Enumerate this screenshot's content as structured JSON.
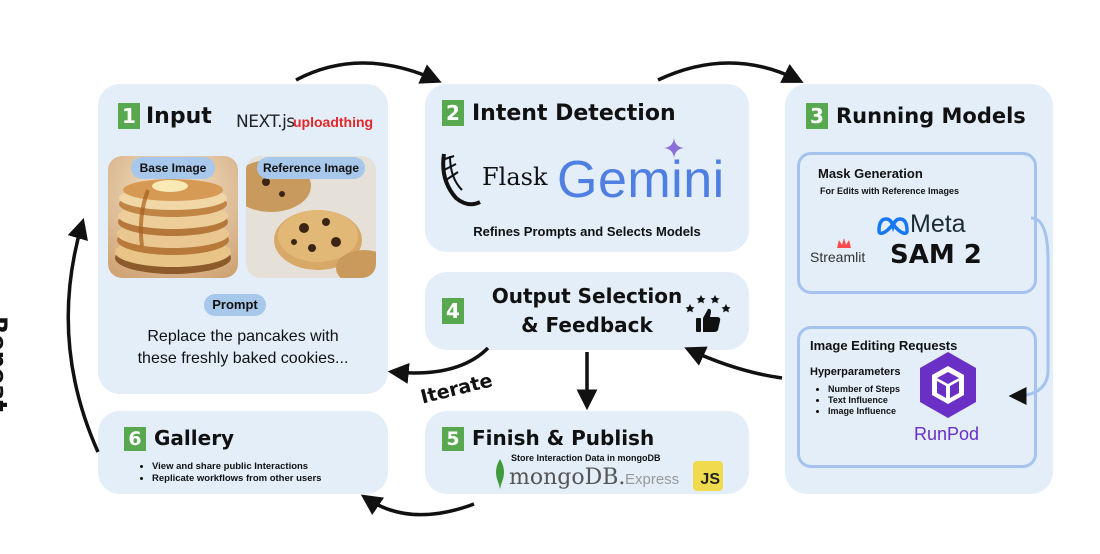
{
  "input": {
    "number": "1",
    "title": "Input",
    "next_logo": "NEXT.js",
    "upload_logo": "uploadthing",
    "base_image_label": "Base Image",
    "reference_image_label": "Reference Image",
    "prompt_label": "Prompt",
    "prompt_text_line1": "Replace the pancakes with",
    "prompt_text_line2": "these freshly baked cookies..."
  },
  "intent": {
    "number": "2",
    "title": "Intent Detection",
    "flask_logo": "Flask",
    "gemini_logo": "Gemini",
    "caption": "Refines Prompts and Selects Models"
  },
  "models": {
    "number": "3",
    "title": "Running Models",
    "mask": {
      "title": "Mask Generation",
      "subtitle": "For Edits with Reference Images",
      "meta_logo": "Meta",
      "sam_logo": "SAM 2",
      "streamlit_logo": "Streamlit"
    },
    "editing": {
      "title": "Image Editing Requests",
      "hyper_label": "Hyperparameters",
      "hyperparameters": [
        "Number of Steps",
        "Text Influence",
        "Image Influence"
      ],
      "runpod_logo": "RunPod"
    }
  },
  "output": {
    "number": "4",
    "title_line1": "Output Selection",
    "title_line2": "& Feedback"
  },
  "finish": {
    "number": "5",
    "title": "Finish & Publish",
    "caption": "Store Interaction Data in mongoDB",
    "mongo_logo": "mongoDB.",
    "express_logo": "Express",
    "js_logo": "JS"
  },
  "gallery": {
    "number": "6",
    "title": "Gallery",
    "bullets": [
      "View and share public Interactions",
      "Replicate workflows from other users"
    ]
  },
  "labels": {
    "repeat": "Repeat",
    "iterate": "Iterate"
  },
  "colors": {
    "box_bg": "#e3eef9",
    "step_green": "#58a850",
    "pill_blue": "#a7c8ea",
    "gemini_blue": "#4f7fe0",
    "runpod_purple": "#6a2fc4",
    "upload_red": "#e5262b",
    "mongo_green": "#3f9a3c"
  }
}
